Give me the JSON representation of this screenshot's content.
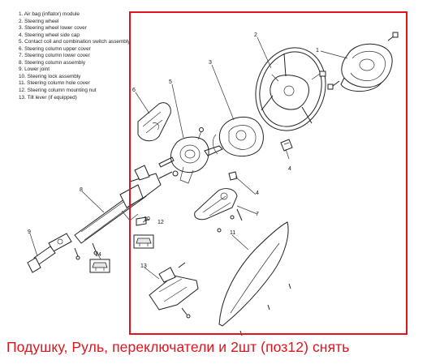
{
  "legend": [
    "1. Air bag (inflator) module",
    "2. Steering wheel",
    "3. Steering wheel lower cover",
    "4. Steering wheel side cap",
    "5. Contact coil and combination switch assembly",
    "6. Steering column upper cover",
    "7. Steering column lower cover",
    "8. Steering column assembly",
    "9. Lower joint",
    "10. Steering lock assembly",
    "11. Steering column hole cover",
    "12. Steering column mounting nut",
    "13. Tilt lever (if equipped)"
  ],
  "callouts": [
    "1",
    "2",
    "3",
    "4",
    "5",
    "6",
    "4",
    "7",
    "8",
    "9",
    "10",
    "12",
    "14",
    "11",
    "13"
  ],
  "caption": "Подушку, Руль, переключатели и 2шт (поз12) снять",
  "colors": {
    "frame": "#e1131b",
    "caption": "#e1131b",
    "ink": "#222222"
  }
}
